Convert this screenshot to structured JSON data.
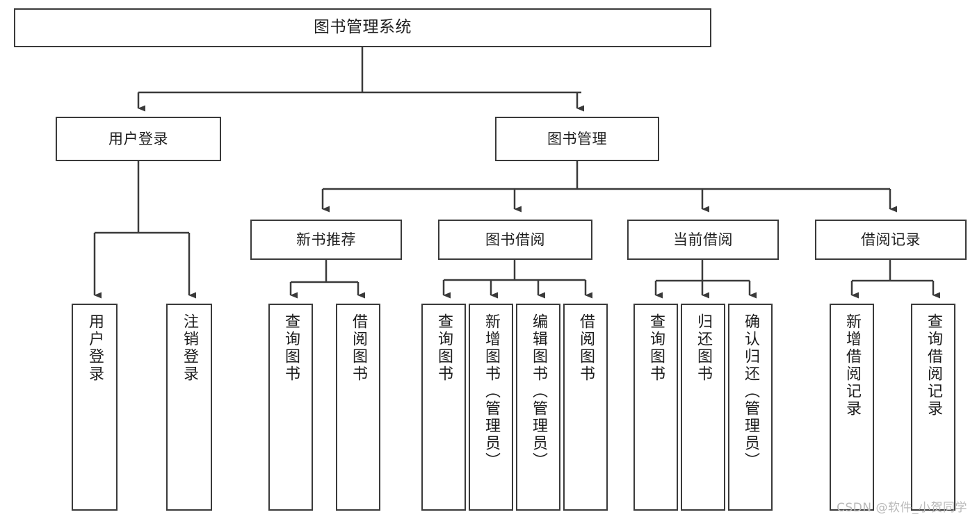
{
  "diagram": {
    "title": "图书管理系统",
    "type": "tree-hierarchy",
    "watermark": "CSDN @软件_小贺同学",
    "colors": {
      "stroke": "#3a3a3a",
      "text": "#1d1d1d",
      "background": "#ffffff",
      "watermark": "#b9b9b9"
    },
    "levels": {
      "root": {
        "label": "图书管理系统"
      },
      "level2": [
        {
          "id": "user-login",
          "label": "用户登录"
        },
        {
          "id": "book-management",
          "label": "图书管理"
        }
      ],
      "level3": [
        {
          "id": "new-book-recommend",
          "label": "新书推荐"
        },
        {
          "id": "book-borrow",
          "label": "图书借阅"
        },
        {
          "id": "current-borrow",
          "label": "当前借阅"
        },
        {
          "id": "borrow-record",
          "label": "借阅记录"
        }
      ],
      "leaves": {
        "user-login": [
          {
            "id": "leaf-user-login",
            "label": "用户登录"
          },
          {
            "id": "leaf-user-logout",
            "label": "注销登录"
          }
        ],
        "new-book-recommend": [
          {
            "id": "leaf-query-book-1",
            "label": "查询图书"
          },
          {
            "id": "leaf-borrow-book-1",
            "label": "借阅图书"
          }
        ],
        "book-borrow": [
          {
            "id": "leaf-query-book-2",
            "label": "查询图书"
          },
          {
            "id": "leaf-add-book",
            "label": "新增图书（管理员）"
          },
          {
            "id": "leaf-edit-book",
            "label": "编辑图书（管理员）"
          },
          {
            "id": "leaf-borrow-book-2",
            "label": "借阅图书"
          }
        ],
        "current-borrow": [
          {
            "id": "leaf-query-book-3",
            "label": "查询图书"
          },
          {
            "id": "leaf-return-book",
            "label": "归还图书"
          },
          {
            "id": "leaf-confirm-return",
            "label": "确认归还（管理员）"
          }
        ],
        "borrow-record": [
          {
            "id": "leaf-add-record",
            "label": "新增借阅记录"
          },
          {
            "id": "leaf-query-record",
            "label": "查询借阅记录"
          }
        ]
      }
    }
  }
}
